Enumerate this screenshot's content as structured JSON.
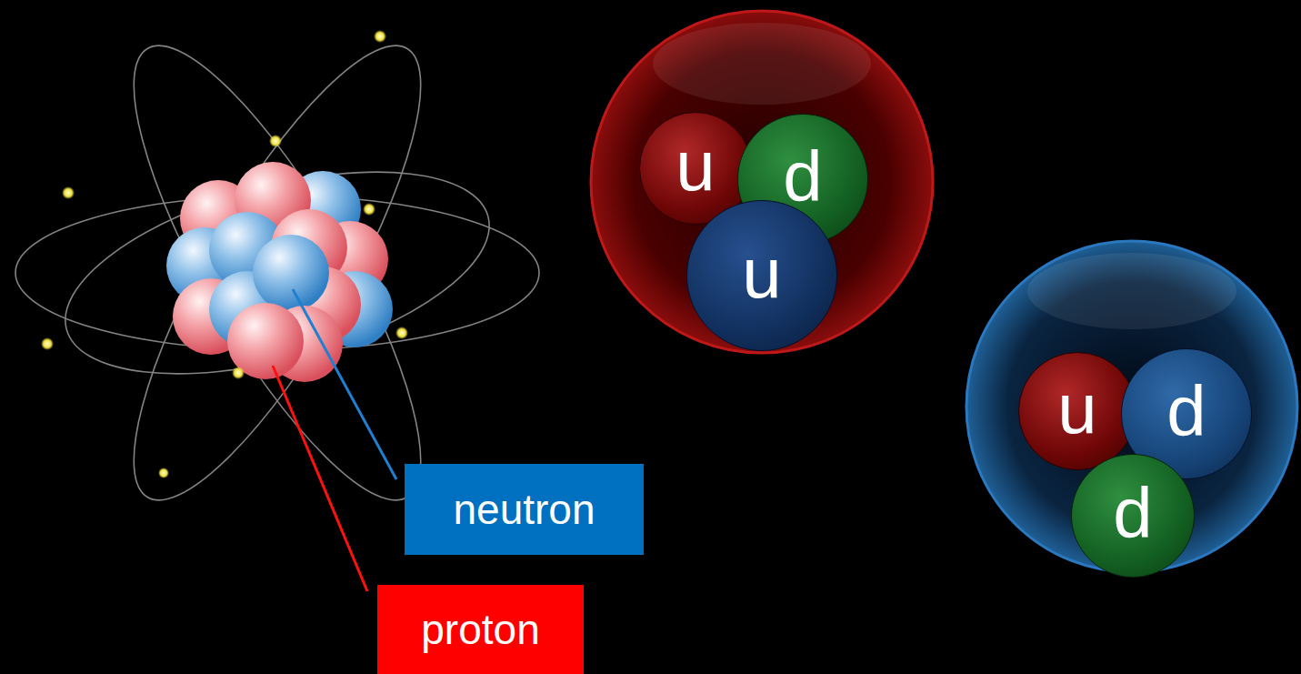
{
  "diagram": {
    "nodes": [
      {
        "text": [
          "u"
        ]
      },
      {
        "text": [
          "d"
        ]
      },
      {
        "text": [
          "u"
        ]
      },
      {
        "text": [
          "u"
        ]
      },
      {
        "text": [
          "d"
        ]
      },
      {
        "text": [
          "d"
        ]
      },
      {
        "text": [
          "neutron"
        ]
      },
      {
        "text": [
          "proton"
        ]
      }
    ]
  }
}
